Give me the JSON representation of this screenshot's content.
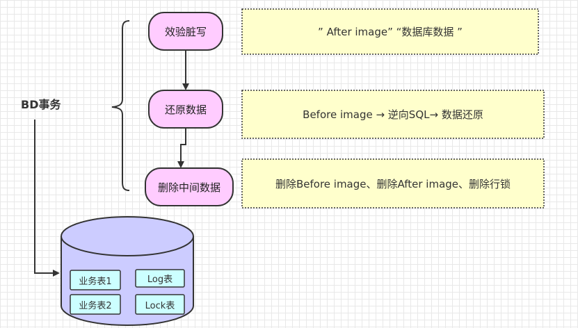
{
  "diagram": {
    "title": "BD事务",
    "steps": [
      "效验脏写",
      "还原数据",
      "删除中间数据"
    ],
    "notes": [
      "” After image” “数据库数据 ”",
      "Before image → 逆向SQL→ 数据还原",
      "删除Before image、删除After image、删除行锁"
    ],
    "database": {
      "tables": [
        "业务表1",
        "Log表",
        "业务表2",
        "Lock表"
      ]
    }
  },
  "colors": {
    "step_fill": "#ffccff",
    "note_fill": "#ffffcc",
    "db_fill": "#ccccff",
    "table_fill": "#ccffff",
    "line": "#333333"
  }
}
